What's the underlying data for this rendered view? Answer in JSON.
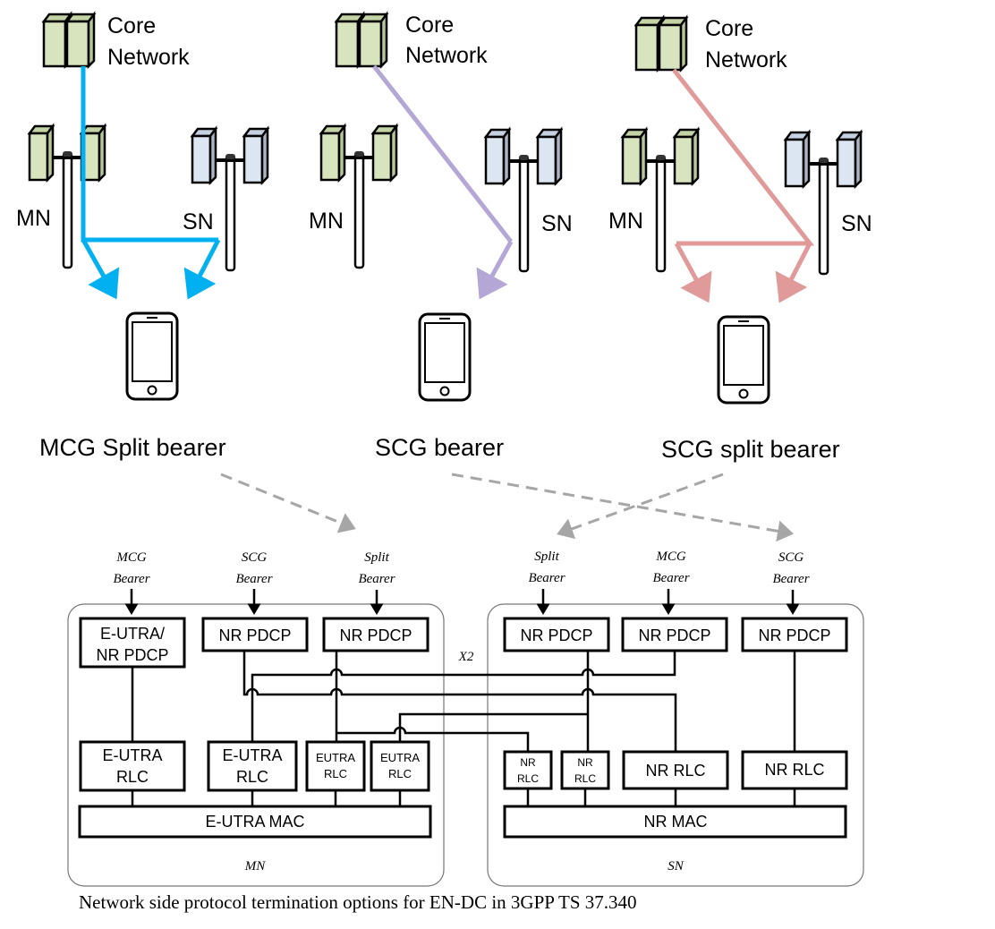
{
  "colors": {
    "mcg_split": "#00b0f0",
    "scg": "#b4a7d6",
    "scg_split": "#e09a9a",
    "core_fill": "#d7e4bd",
    "mn_fill": "#d7e4bd",
    "sn_fill": "#dce6f2",
    "dashed": "#a6a6a6"
  },
  "scenarios": [
    {
      "core_label_1": "Core",
      "core_label_2": "Network",
      "mn_label": "MN",
      "sn_label": "SN",
      "title": "MCG Split bearer"
    },
    {
      "core_label_1": "Core",
      "core_label_2": "Network",
      "mn_label": "MN",
      "sn_label": "SN",
      "title": "SCG bearer"
    },
    {
      "core_label_1": "Core",
      "core_label_2": "Network",
      "mn_label": "MN",
      "sn_label": "SN",
      "title": "SCG split bearer"
    }
  ],
  "mn": {
    "bearers": [
      {
        "line1": "MCG",
        "line2": "Bearer"
      },
      {
        "line1": "SCG",
        "line2": "Bearer"
      },
      {
        "line1": "Split",
        "line2": "Bearer"
      }
    ],
    "pdcp": [
      {
        "line1": "E-UTRA/",
        "line2": "NR PDCP"
      },
      {
        "line1": "NR PDCP"
      },
      {
        "line1": "NR PDCP"
      }
    ],
    "rlc": [
      {
        "line1": "E-UTRA",
        "line2": "RLC"
      },
      {
        "line1": "E-UTRA",
        "line2": "RLC"
      },
      {
        "line1": "EUTRA",
        "line2": "RLC"
      },
      {
        "line1": "EUTRA",
        "line2": "RLC"
      }
    ],
    "mac": "E-UTRA MAC",
    "label": "MN"
  },
  "sn": {
    "bearers": [
      {
        "line1": "Split",
        "line2": "Bearer"
      },
      {
        "line1": "MCG",
        "line2": "Bearer"
      },
      {
        "line1": "SCG",
        "line2": "Bearer"
      }
    ],
    "pdcp": [
      {
        "line1": "NR PDCP"
      },
      {
        "line1": "NR PDCP"
      },
      {
        "line1": "NR PDCP"
      }
    ],
    "rlc": [
      {
        "line1": "NR",
        "line2": "RLC"
      },
      {
        "line1": "NR",
        "line2": "RLC"
      },
      {
        "line1": "NR RLC"
      },
      {
        "line1": "NR RLC"
      }
    ],
    "mac": "NR MAC",
    "label": "SN"
  },
  "x2_label": "X2",
  "caption": "Network side protocol termination options for EN-DC in 3GPP TS 37.340"
}
